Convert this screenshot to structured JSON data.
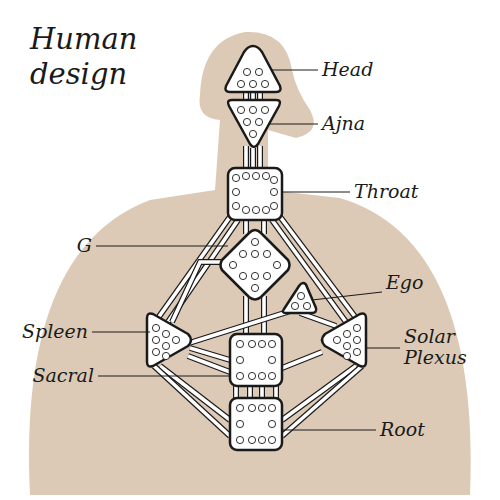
{
  "diagram": {
    "title": "Human design",
    "labels": [
      "Head",
      "Ajna",
      "Throat",
      "G",
      "Ego",
      "Spleen",
      "Sacral",
      "Solar Plexus",
      "Root"
    ]
  }
}
